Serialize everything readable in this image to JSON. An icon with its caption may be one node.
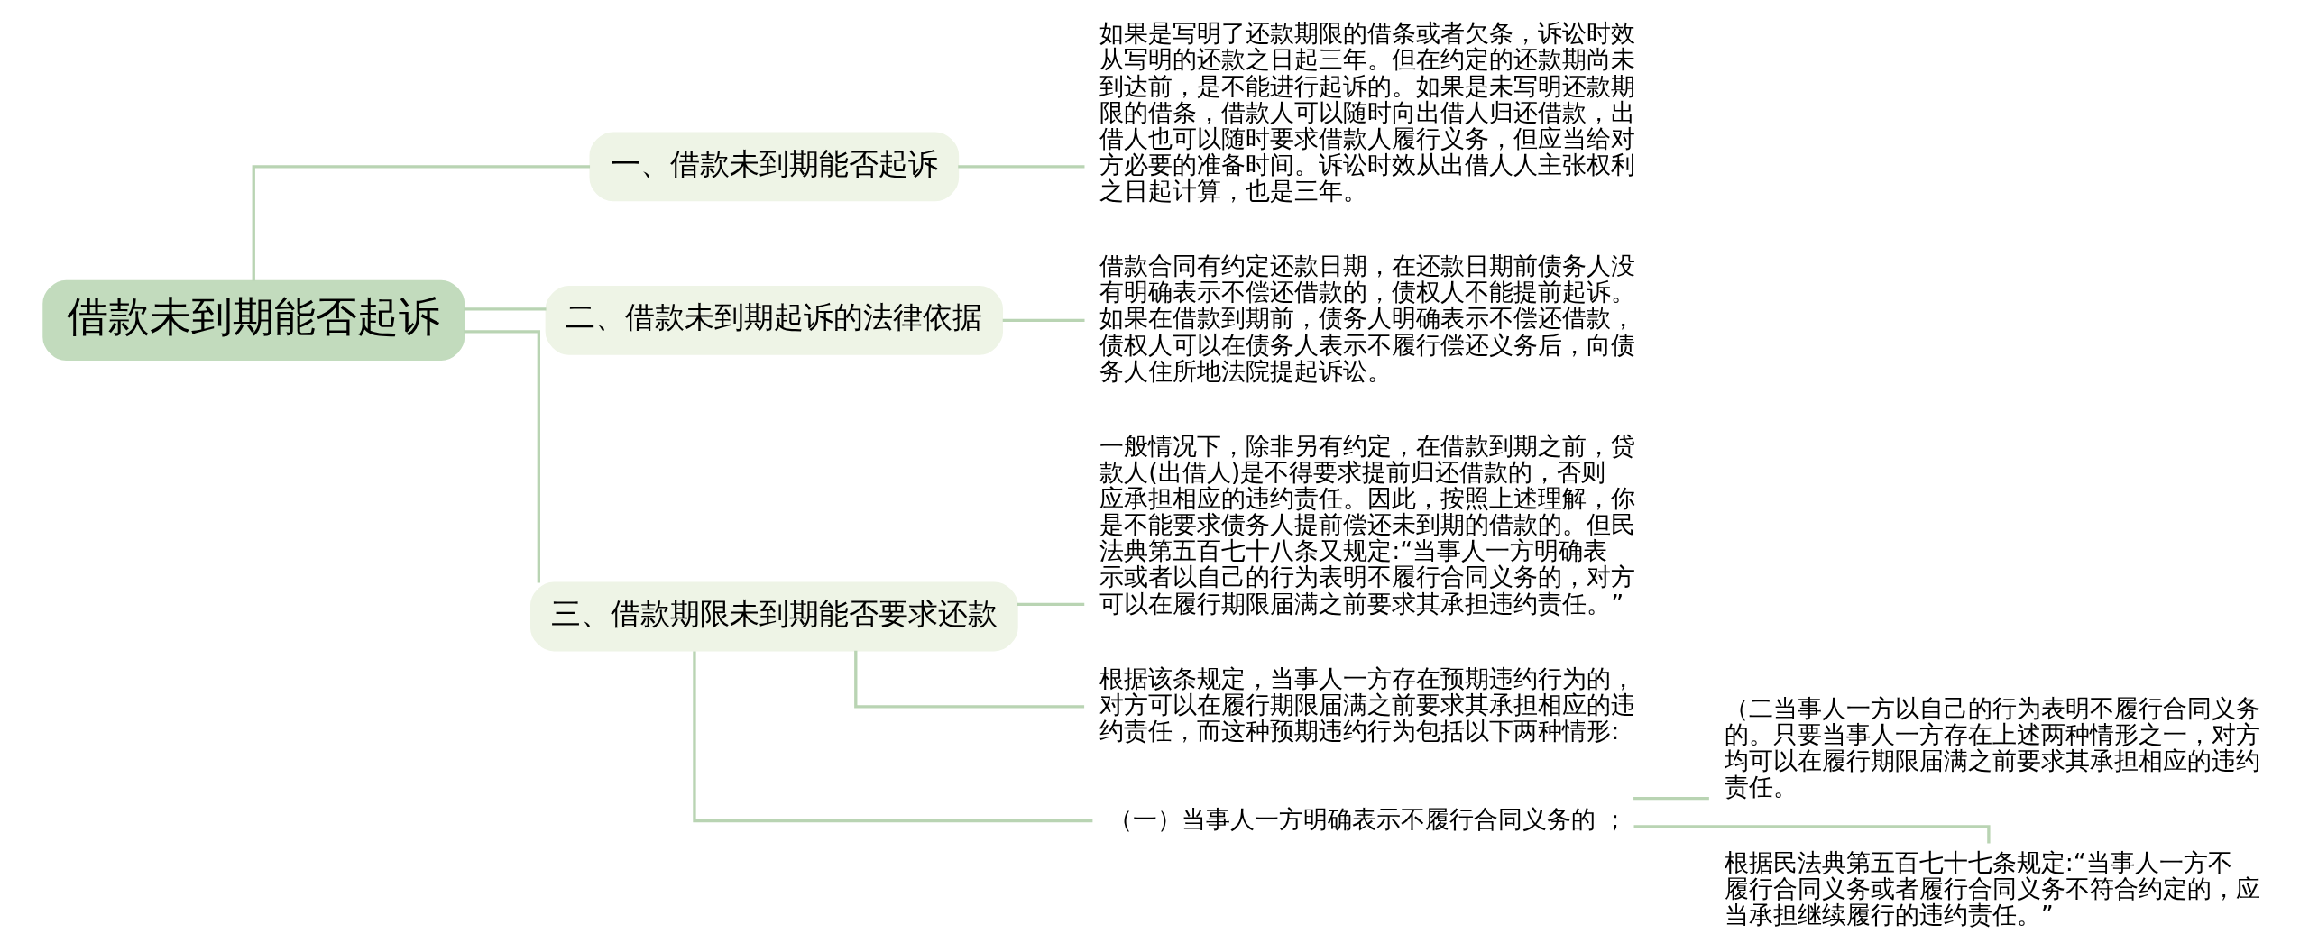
{
  "diagram": {
    "nodes": [
      {
        "text": [
          "借款未到期能否起诉"
        ]
      },
      {
        "text": [
          "一、借款未到期能否起诉"
        ]
      },
      {
        "text": [
          "如果是写明了还款期限的借条或者欠条，诉讼时效从写明的还款之日起三年。但在约定的还款期尚未到达前，是不能进行起诉的。如果是未写明还款期限的借条，借款人可以随时向出借人归还借款，出借人也可以随时要求借款人履行义务，但应当给对方必要的准备时间。诉讼时效从出借人人主张权利之日起计算，也是三年。"
        ]
      },
      {
        "text": [
          "二、借款未到期起诉的法律依据"
        ]
      },
      {
        "text": [
          "借款合同有约定还款日期，在还款日期前债务人没有明确表示不偿还借款的，债权人不能提前起诉。如果在借款到期前，债务人明确表示不偿还借款，债权人可以在债务人表示不履行偿还义务后，向债务人住所地法院提起诉讼。"
        ]
      },
      {
        "text": [
          "三、借款期限未到期能否要求还款"
        ]
      },
      {
        "text": [
          "一般情况下，除非另有约定，在借款到期之前，贷款人(出借人)是不得要求提前归还借款的，否则应承担相应的违约责任。因此，按照上述理解，你是不能要求债务人提前偿还未到期的借款的。但民法典第五百七十八条又规定:“当事人一方明确表示或者以自己的行为表明不履行合同义务的，对方可以在履行期限届满之前要求其承担违约责任。”"
        ]
      },
      {
        "text": [
          "根据该条规定，当事人一方存在预期违约行为的，对方可以在履行期限届满之前要求其承担相应的违约责任，而这种预期违约行为包括以下两种情形:"
        ]
      },
      {
        "text": [
          "（一）当事人一方明确表示不履行合同义务的 ；"
        ]
      },
      {
        "text": [
          "（二当事人一方以自己的行为表明不履行合同义务的。只要当事人一方存在上述两种情形之一，对方均可以在履行期限届满之前要求其承担相应的违约责任。"
        ]
      },
      {
        "text": [
          "根据民法典第五百七十七条规定:“当事人一方不履行合同义务或者履行合同义务不符合约定的，应当承担继续履行的违约责任。”"
        ]
      }
    ],
    "edges": [
      {
        "from": 0,
        "to": 1,
        "arrow": "none"
      },
      {
        "from": 1,
        "to": 2,
        "arrow": "none"
      },
      {
        "from": 0,
        "to": 3,
        "arrow": "none"
      },
      {
        "from": 3,
        "to": 4,
        "arrow": "none"
      },
      {
        "from": 0,
        "to": 5,
        "arrow": "none"
      },
      {
        "from": 5,
        "to": 6,
        "arrow": "none"
      },
      {
        "from": 5,
        "to": 7,
        "arrow": "none"
      },
      {
        "from": 5,
        "to": 8,
        "arrow": "none"
      },
      {
        "from": 8,
        "to": 9,
        "arrow": "none"
      },
      {
        "from": 8,
        "to": 10,
        "arrow": "none"
      }
    ]
  }
}
